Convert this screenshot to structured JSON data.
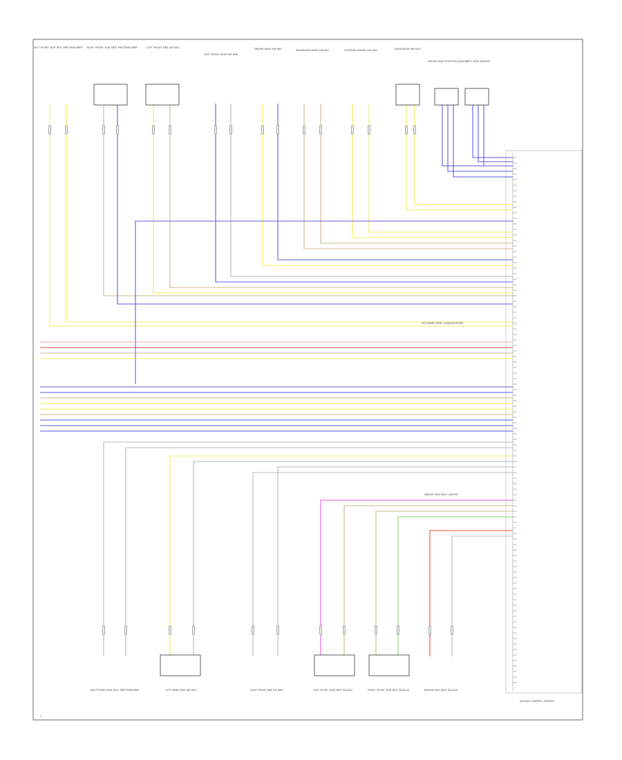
{
  "diagram": {
    "top_components": [
      {
        "id": "c1",
        "label": "LEFT FRONT SEAT BELT PRETENSIONER"
      },
      {
        "id": "c2",
        "label": "RIGHT FRONT SEAT BELT PRETENSIONER"
      },
      {
        "id": "c3",
        "label": "LEFT FRONT SIDE AIR BAG"
      },
      {
        "id": "c4",
        "label": "LEFT FRONT HEAD AIR BAG"
      },
      {
        "id": "c5",
        "label": "DRIVER KNEE AIR BAG"
      },
      {
        "id": "c6",
        "label": "PASSENGER KNEE AIR BAG"
      },
      {
        "id": "c7",
        "label": "STEERING WHEEL AIR BAG"
      },
      {
        "id": "c8",
        "label": "PASSENGER AIR BAG"
      },
      {
        "id": "c9",
        "label": "DRIVER SEAT POSITION SENSOR"
      },
      {
        "id": "c10",
        "label": "LEFT SIDE SENSOR"
      }
    ],
    "bottom_components": [
      {
        "id": "b1",
        "label": "RIGHT REAR SEAT BELT PRETENSIONER"
      },
      {
        "id": "b2",
        "label": "LEFT REAR SIDE AIR BAG"
      },
      {
        "id": "b3",
        "label": "RIGHT REAR SIDE AIR BAG"
      },
      {
        "id": "b4",
        "label": "LEFT FRONT SEAT BELT BUCKLE"
      },
      {
        "id": "b5",
        "label": "RIGHT FRONT SEAT BELT BUCKLE"
      },
      {
        "id": "b6",
        "label": "DRIVER SEAT BELT BUCKLE"
      }
    ],
    "side_notes": [
      {
        "id": "n1",
        "label": "OCCUPANT SEAT CLASSIFICATION"
      },
      {
        "id": "n2",
        "label": "DRIVER SEAT BELT LIMITER"
      },
      {
        "id": "n3",
        "label": "AIR BAG CONTROL MODULE"
      }
    ],
    "footer_tag": "1",
    "wire_colors": {
      "yellow": "#f2ef5a",
      "blue": "#5a5ae6",
      "tan": "#cbb88f",
      "gray": "#b9b9b9",
      "pink": "#f2a6a6",
      "red": "#e84a4a",
      "green": "#8fd07a",
      "magenta": "#e255e2",
      "black": "#333333"
    }
  }
}
